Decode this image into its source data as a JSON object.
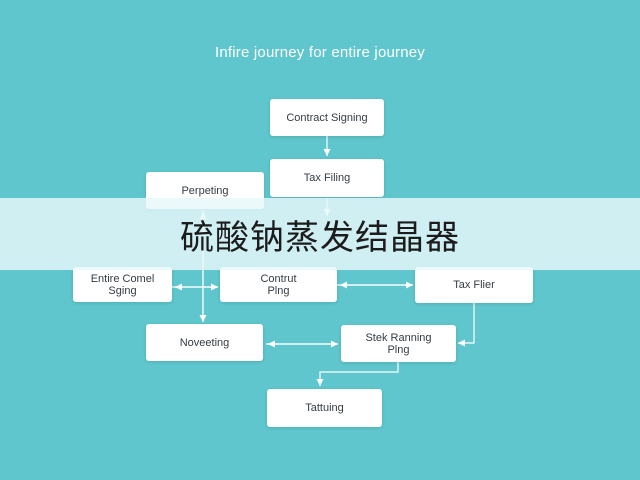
{
  "diagram": {
    "title": "Infire journey for entire journey",
    "nodes": {
      "contract_signing": "Contract Signing",
      "tax_filing_top": "Tax Filing",
      "perpeting": "Perpeting",
      "entire_comel_sging": "Entire Comel\nSging",
      "contrut_plng": "Contrut\nPlng",
      "tax_flier": "Tax Flier",
      "noveeting": "Noveeting",
      "stek_ranning_plng": "Stek Ranning\nPlng",
      "tattuing": "Tattuing"
    }
  },
  "overlay": {
    "caption": "硫酸钠蒸发结晶器"
  },
  "colors": {
    "background": "#5ec6cc",
    "node_fill": "#ffffff",
    "edge": "#ffffff",
    "band": "#e8f8fa"
  }
}
